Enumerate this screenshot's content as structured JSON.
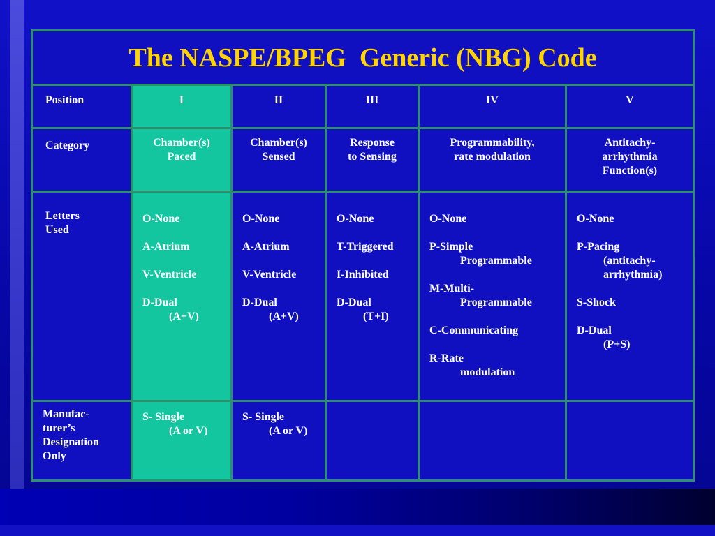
{
  "slide": {
    "title": "The NASPE/BPEG  Generic (NBG) Code",
    "colors": {
      "background": "#0a0aa8",
      "title": "#ffd400",
      "highlight_column": "#14c6a0",
      "grid": "#2f8f6a",
      "text": "#ffffff"
    }
  },
  "table": {
    "row_labels": {
      "position": "Position",
      "category": "Category",
      "letters": "Letters\nUsed",
      "manufacturer": "Manufac-\nturer’s\nDesignation\nOnly"
    },
    "positions": [
      "I",
      "II",
      "III",
      "IV",
      "V"
    ],
    "categories": [
      "Chamber(s)\nPaced",
      "Chamber(s)\nSensed",
      "Response\nto Sensing",
      "Programmability,\nrate modulation",
      "Antitachy-\narrhythmia\nFunction(s)"
    ],
    "letters": [
      [
        {
          "main": "O-None",
          "sub": ""
        },
        {
          "main": "A-Atrium",
          "sub": ""
        },
        {
          "main": "V-Ventricle",
          "sub": ""
        },
        {
          "main": "D-Dual",
          "sub": "(A+V)"
        }
      ],
      [
        {
          "main": "O-None",
          "sub": ""
        },
        {
          "main": "A-Atrium",
          "sub": ""
        },
        {
          "main": "V-Ventricle",
          "sub": ""
        },
        {
          "main": "D-Dual",
          "sub": "(A+V)"
        }
      ],
      [
        {
          "main": "O-None",
          "sub": ""
        },
        {
          "main": "T-Triggered",
          "sub": ""
        },
        {
          "main": "I-Inhibited",
          "sub": ""
        },
        {
          "main": "D-Dual",
          "sub": "(T+I)"
        }
      ],
      [
        {
          "main": "O-None",
          "sub": ""
        },
        {
          "main": "P-Simple",
          "sub": "Programmable"
        },
        {
          "main": "M-Multi-",
          "sub": "Programmable"
        },
        {
          "main": "C-Communicating",
          "sub": ""
        },
        {
          "main": "R-Rate",
          "sub": "modulation"
        }
      ],
      [
        {
          "main": "O-None",
          "sub": ""
        },
        {
          "main": "P-Pacing",
          "sub": "(antitachy-\narrhythmia)"
        },
        {
          "main": "S-Shock",
          "sub": ""
        },
        {
          "main": "D-Dual",
          "sub": "(P+S)"
        }
      ]
    ],
    "manufacturer": [
      {
        "main": "S- Single",
        "sub": "(A or V)"
      },
      {
        "main": "S- Single",
        "sub": "(A or V)"
      },
      {
        "main": "",
        "sub": ""
      },
      {
        "main": "",
        "sub": ""
      },
      {
        "main": "",
        "sub": ""
      }
    ]
  }
}
